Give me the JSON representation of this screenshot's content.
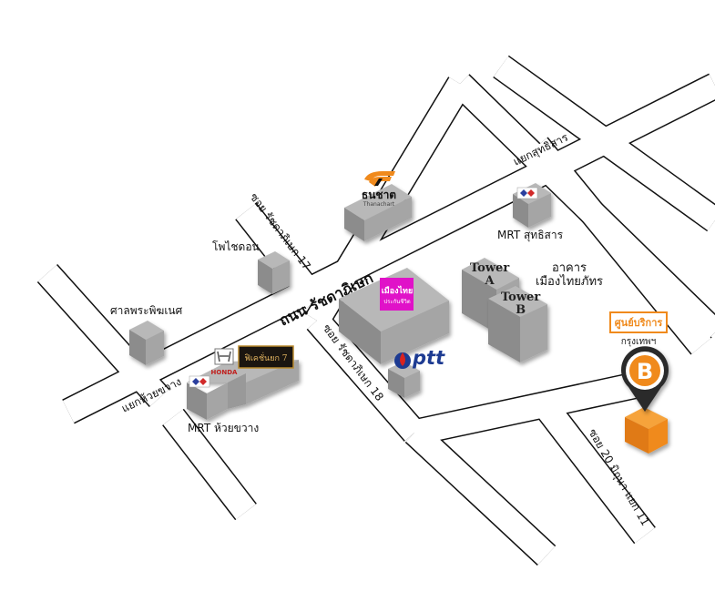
{
  "map": {
    "main_road": "ถนน รัชดาภิเษก",
    "sois": {
      "soi17": "ซอย รัชดาภิเษก 17",
      "soi18": "ซอย รัชดาภิเษก 18",
      "soi20": "ซอย 20 มิถุนา แยก 11"
    },
    "intersections": {
      "sutthisan": "แยกสุทธิสาร",
      "huai_khwang": "แยกห้วยขวาง"
    },
    "landmarks": {
      "thanachart_logo_text": "ธนชาต",
      "thanachart_sub": "Thanachart",
      "mrt_sutthisan": "MRT สุทธิสาร",
      "mrt_huai_khwang": "MRT ห้วยขวาง",
      "photchanon": "โพไชดอน",
      "shrine": "ศาลพระพิฆเนศ",
      "tower_a": "Tower\nA",
      "tower_b": "Tower\nB",
      "muang_thai_building": "อาคาร\nเมืองไทยภัทร",
      "muang_thai_logo": "เมืองไทย",
      "muang_thai_logo_sub": "ประกันชีวิต",
      "ptt": "ptt",
      "honda": "HONDA",
      "sign_7": "ฟิเคชั่นยก 7"
    },
    "service_center": {
      "title": "ศูนย์บริการ",
      "subtitle": "กรุงเทพฯ",
      "logo_letter": "B"
    }
  },
  "colors": {
    "road_fill": "#ffffff",
    "road_edge": "#111111",
    "building_top": "#b8b8b8",
    "building_left": "#8c8c8c",
    "building_right": "#a5a5a5",
    "accent_orange": "#f08a1c",
    "marker_dark": "#2b2b2b",
    "muang_thai_magenta": "#e012c8",
    "ptt_blue": "#1d3b92",
    "ptt_red": "#d9231f"
  },
  "icons": [
    "map-pin-icon",
    "mrt-logo-icon",
    "ptt-drop-icon",
    "honda-logo-icon",
    "thanachart-logo-icon"
  ]
}
